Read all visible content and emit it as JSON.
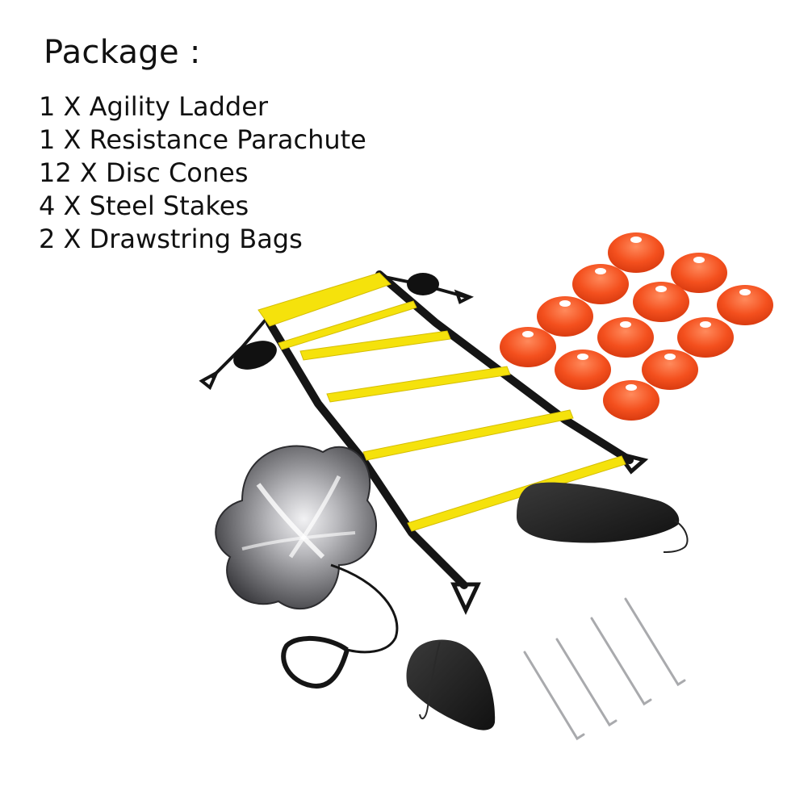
{
  "heading": "Package :",
  "items": [
    "1 X Agility Ladder",
    "1 X Resistance Parachute",
    "12 X Disc Cones",
    "4 X Steel Stakes",
    "2 X Drawstring Bags"
  ],
  "colors": {
    "ladder_rung": "#f5e20c",
    "ladder_strap": "#151515",
    "cone": "#f4501e",
    "parachute": "#6f6f73",
    "bag": "#1d1d1d",
    "stake": "#a9aaad"
  }
}
